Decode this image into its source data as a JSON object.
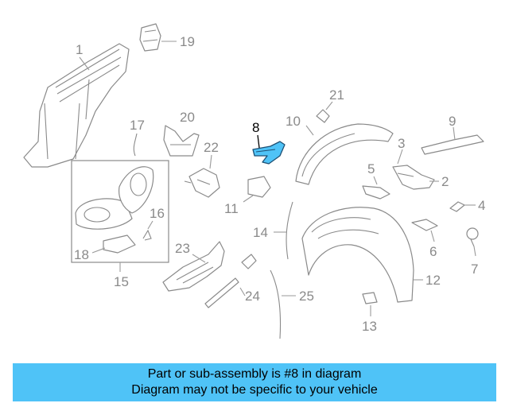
{
  "highlight_color": "#4fc3f7",
  "callouts": {
    "c1": "1",
    "c2": "2",
    "c3": "3",
    "c4": "4",
    "c5": "5",
    "c6": "6",
    "c7": "7",
    "c8": "8",
    "c9": "9",
    "c10": "10",
    "c11": "11",
    "c12": "12",
    "c13": "13",
    "c14": "14",
    "c15": "15",
    "c16": "16",
    "c17": "17",
    "c18": "18",
    "c19": "19",
    "c20": "20",
    "c21": "21",
    "c22": "22",
    "c23": "23",
    "c24": "24",
    "c25": "25"
  },
  "highlighted_part": "8",
  "banner": {
    "line1": "Part or sub-assembly is #8 in diagram",
    "line2": "Diagram may not be specific to your vehicle"
  }
}
